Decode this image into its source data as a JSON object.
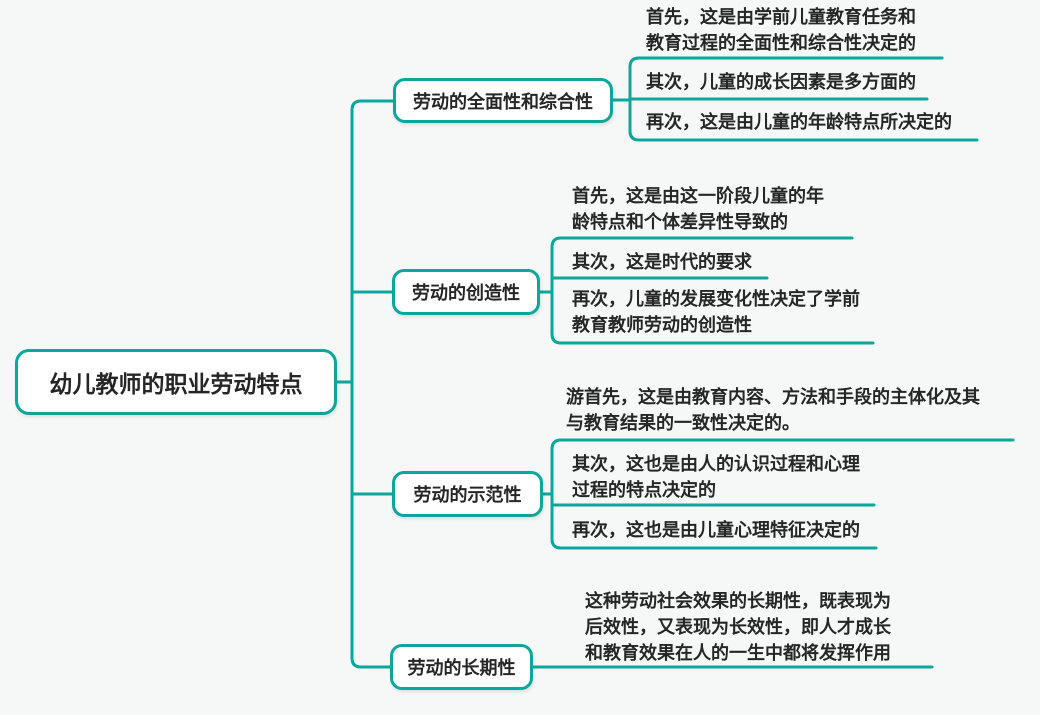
{
  "theme": {
    "accent": "#0ba79b",
    "background": "#f6f7f7",
    "node_fill": "#ffffff",
    "text_color": "#262626"
  },
  "root": {
    "label": "幼儿教师的职业劳动特点"
  },
  "branches": [
    {
      "label": "劳动的全面性和综合性",
      "leaves": [
        "首先，这是由学前儿童教育任务和\n教育过程的全面性和综合性决定的",
        "其次，儿童的成长因素是多方面的",
        "再次，这是由儿童的年龄特点所决定的"
      ]
    },
    {
      "label": "劳动的创造性",
      "leaves": [
        "首先，这是由这一阶段儿童的年\n龄特点和个体差异性导致的",
        "其次，这是时代的要求",
        "再次，儿童的发展变化性决定了学前\n教育教师劳动的创造性"
      ]
    },
    {
      "label": "劳动的示范性",
      "leaves": [
        "游首先，这是由教育内容、方法和手段的主体化及其\n与教育结果的一致性决定的。",
        "其次，这也是由人的认识过程和心理\n过程的特点决定的",
        "再次，这也是由儿童心理特征决定的"
      ]
    },
    {
      "label": "劳动的长期性",
      "leaves": [
        "这种劳动社会效果的长期性，既表现为\n后效性，又表现为长效性，即人才成长\n和教育效果在人的一生中都将发挥作用"
      ]
    }
  ]
}
